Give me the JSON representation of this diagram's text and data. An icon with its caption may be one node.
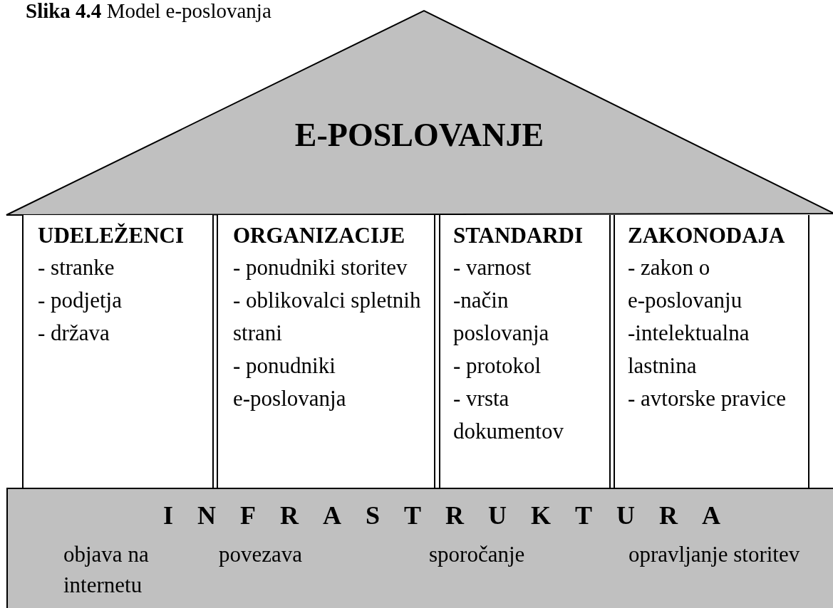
{
  "diagram": {
    "title": "**Slika 4.4** Model e-poslovanja",
    "nodes": [
      {
        "text": [
          "E-POSLOVANJE"
        ]
      },
      {
        "text": [
          "UDELEŽENCI",
          "- stranke",
          "- podjetja",
          "- država"
        ]
      },
      {
        "text": [
          "ORGANIZACIJE",
          "- ponudniki storitev",
          "- oblikovalci spletnih strani",
          "- ponudniki e-poslovanja"
        ]
      },
      {
        "text": [
          "STANDARDI",
          "- varnost",
          "-način poslovanja",
          "- protokol",
          "- vrsta dokumentov"
        ]
      },
      {
        "text": [
          "ZAKONODAJA",
          "- zakon o e-poslovanju",
          "-intelektualna lastnina",
          "- avtorske pravice"
        ]
      },
      {
        "text": [
          "INFRASTRUKTURA",
          "objava na internetu",
          "povezava",
          "sporočanje",
          "opravljanje storitev"
        ]
      }
    ],
    "edges": []
  }
}
